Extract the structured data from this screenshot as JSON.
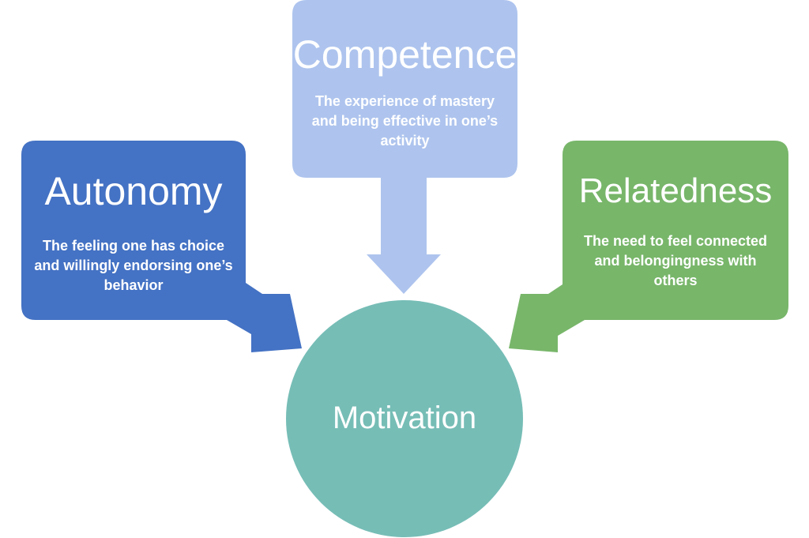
{
  "diagram": {
    "center": {
      "label": "Motivation",
      "color": "#76BDB6"
    },
    "nodes": [
      {
        "id": "autonomy",
        "title": "Autonomy",
        "description": "The feeling one has choice and willingly endorsing one’s behavior",
        "color": "#4472C4"
      },
      {
        "id": "competence",
        "title": "Competence",
        "description": "The experience of mastery and being effective in one’s activity",
        "color": "#AEC4EE"
      },
      {
        "id": "relatedness",
        "title": "Relatedness",
        "description": "The need to feel connected and belongingness with others",
        "color": "#78B66A"
      }
    ]
  }
}
